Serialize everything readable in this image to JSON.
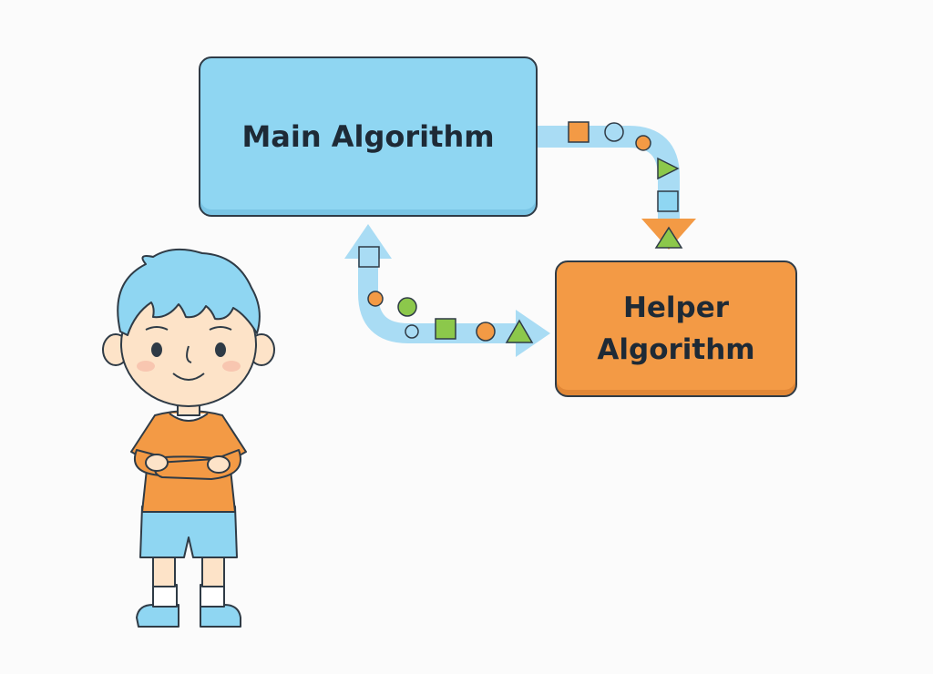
{
  "diagram": {
    "main_node": {
      "label": "Main Algorithm"
    },
    "helper_node": {
      "label_line1": "Helper",
      "label_line2": "Algorithm"
    },
    "edges": [
      {
        "from": "Main Algorithm",
        "to": "Helper Algorithm",
        "direction": "forward"
      },
      {
        "from": "Helper Algorithm",
        "to": "Main Algorithm",
        "direction": "return"
      }
    ]
  },
  "colors": {
    "main_fill": "#8fd6f2",
    "helper_fill": "#f39a45",
    "arrow": "#a9dcf4",
    "orange_token": "#f39a45",
    "green_token": "#8cc84b",
    "blue_token": "#8fd6f2",
    "outline": "#2f3b46"
  },
  "icons": [
    "boy-character",
    "square-token",
    "circle-token",
    "triangle-token"
  ]
}
